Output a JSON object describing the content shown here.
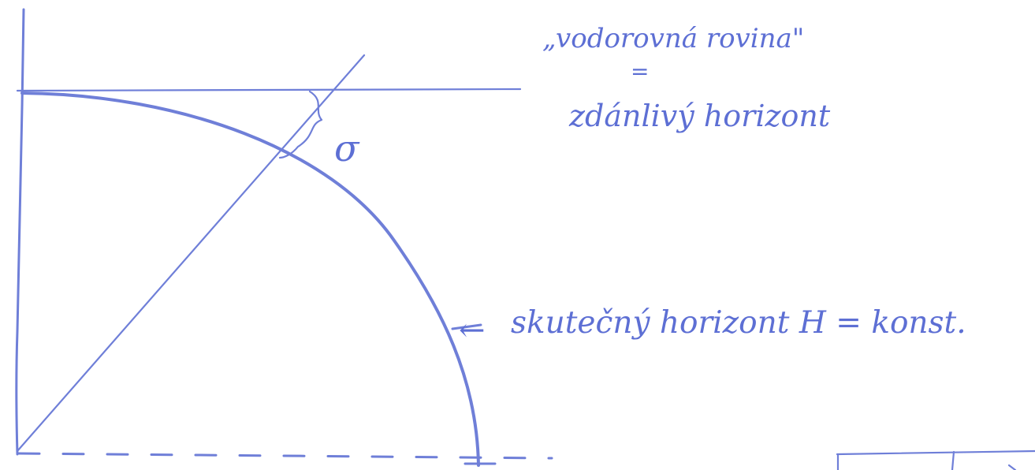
{
  "diagram": {
    "label_apparent_plane": "„vodorovná rovina\"",
    "label_equals": "=",
    "label_apparent_horizon": "zdánlivý horizont",
    "label_sigma": "σ",
    "label_true_horizon": "skutečný horizont  H = konst.",
    "label_arrow": "←",
    "ink_color": "#6f7fd8"
  }
}
